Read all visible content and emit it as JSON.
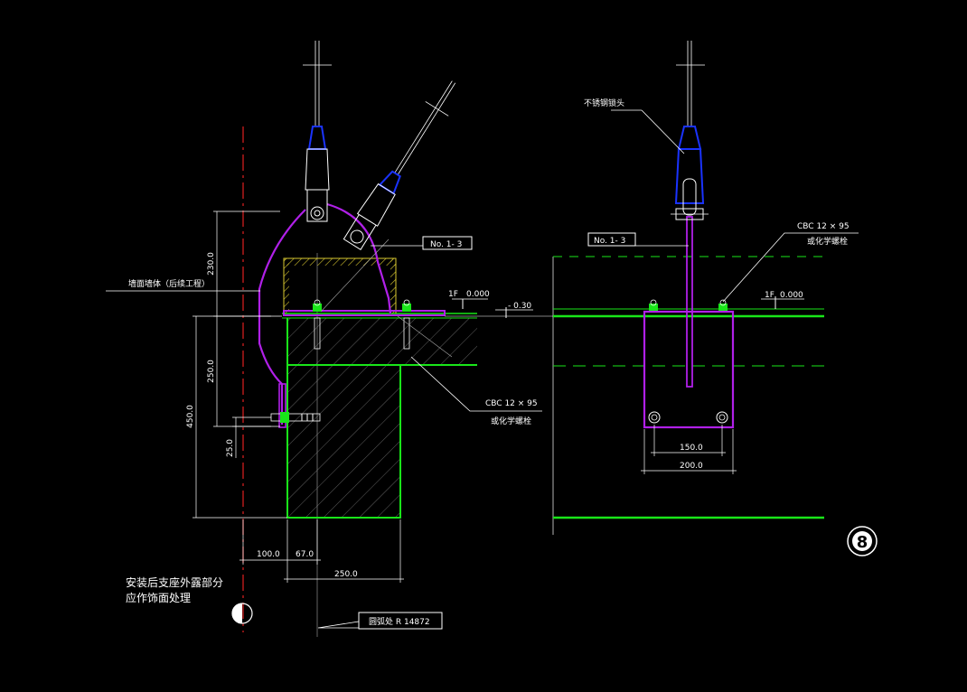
{
  "colors": {
    "background": "#000000",
    "green": "#19e619",
    "magenta": "#b020e8",
    "blue": "#1a33ff",
    "white": "#ffffff",
    "yellow": "#d8c830",
    "red": "#e02020",
    "gray": "#a8a8a8"
  },
  "left_detail": {
    "tag_top": "No. 1- 3",
    "label_facade": "墙面墙体（后续工程）",
    "level_1f": "1F",
    "level_value": "0.000",
    "level_minus": "- 0.30",
    "bolt_spec": "CBC  12 ×  95",
    "bolt_type": "或化学螺栓",
    "dims": {
      "d230": "230.0",
      "d250": "250.0",
      "d450": "450.0",
      "d25": "25.0",
      "d100": "100.0",
      "d67": "67.0",
      "d250b": "250.0"
    },
    "note_line1": "安装后支座外露部分",
    "note_line2": "应作饰面处理",
    "ref_label": "圆弧处 R 14872"
  },
  "right_detail": {
    "label_head": "不锈钢锁头",
    "tag": "No. 1- 3",
    "bolt_spec": "CBC  12 ×  95",
    "bolt_type": "或化学螺栓",
    "level_1f": "1F",
    "level_value": "0.000",
    "dim_150": "150.0",
    "dim_200": "200.0"
  },
  "detail_number": "8"
}
